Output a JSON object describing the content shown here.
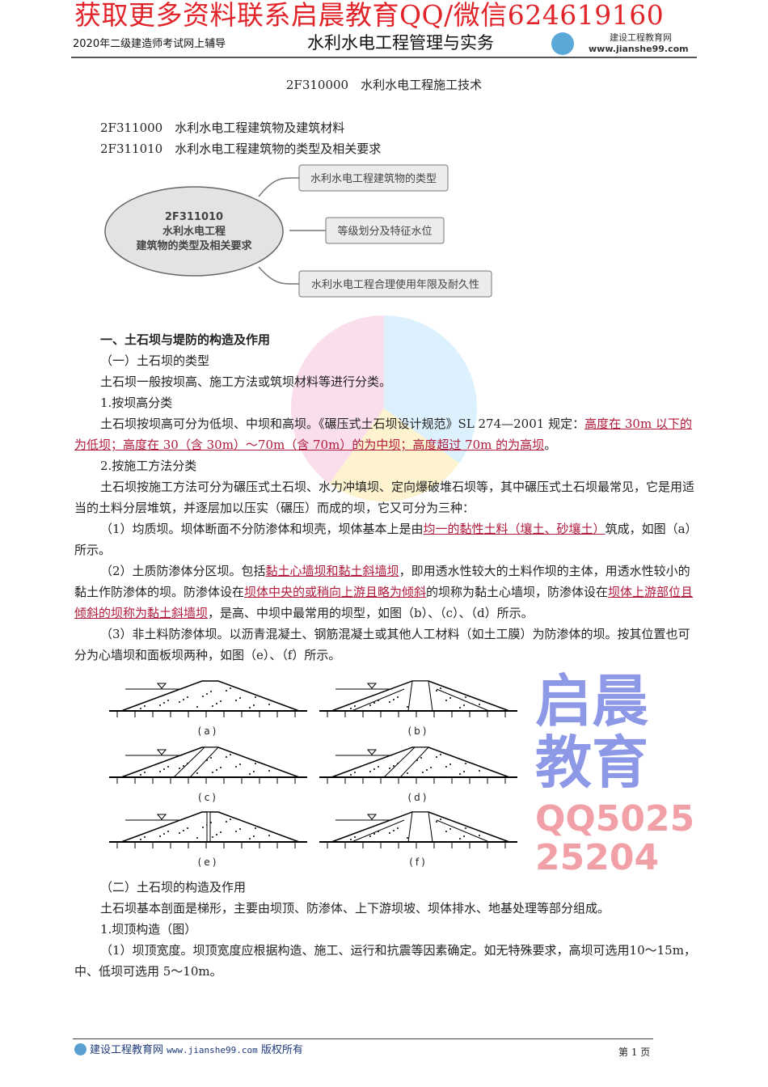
{
  "header": {
    "left": "2020年二级建造师考试网上辅导",
    "center": "水利水电工程管理与实务",
    "watermark": "获取更多资料联系启晨教育QQ/微信624619160",
    "logo": {
      "line1": "建设工程教育网",
      "line2": "www.jianshe99.com"
    }
  },
  "title": "2F310000　水利水电工程施工技术",
  "headings": [
    "2F311000　水利水电工程建筑物及建筑材料",
    "2F311010　水利水电工程建筑物的类型及相关要求"
  ],
  "mindmap": {
    "center": [
      "2F311010",
      "水利水电工程",
      "建筑物的类型及相关要求"
    ],
    "branches": [
      "水利水电工程建筑物的类型",
      "等级划分及特征水位",
      "水利水电工程合理使用年限及耐久性"
    ]
  },
  "watermarks": {
    "blue": "启晨教育",
    "qq": "QQ502525204"
  },
  "content": {
    "s1": "一、土石坝与堤防的构造及作用",
    "s1a": "（一）土石坝的类型",
    "p1": "土石坝一般按坝高、施工方法或筑坝材料等进行分类。",
    "h1": "1.按坝高分类",
    "p2": [
      "土石坝按坝高可分为低坝、中坝和高坝。《碾压式土石坝设计规范》SL 274—2001 规定：",
      "高度在 30m 以下的为低坝；高度在 30（含 30m）～70m（含 70m）的为中坝；高度超过 70m 的为高坝",
      "。"
    ],
    "h2": "2.按施工方法分类",
    "p3": "土石坝按施工方法可分为碾压式土石坝、水力冲填坝、定向爆破堆石坝等，其中碾压式土石坝最常见，它是用适当的土料分层堆筑，并逐层加以压实（碾压）而成的坝，它又可分为三种：",
    "p4": [
      "（1）均质坝。坝体断面不分防渗体和坝壳，坝体基本上是由",
      "均一的黏性土料（壤土、砂壤土）",
      "筑成，如图（a）所示。"
    ],
    "p5": [
      "（2）土质防渗体分区坝。包括",
      "黏土心墙坝和黏土斜墙坝",
      "，即用透水性较大的土料作坝的主体，用透水性较小的黏土作防渗体的坝。防渗体设在",
      "坝体中央的或稍向上游且略为倾斜",
      "的坝称为黏土心墙坝，防渗体设在",
      "坝体上游部位且倾斜的坝称为黏土斜墙坝",
      "，是高、中坝中最常用的坝型，如图（b）、（c）、（d）所示。"
    ],
    "p6": "（3）非土料防渗体坝。以沥青混凝土、钢筋混凝土或其他人工材料（如土工膜）为防渗体的坝。按其位置也可分为心墙坝和面板坝两种，如图（e）、（f）所示。",
    "figures": [
      "(a)",
      "(b)",
      "(c)",
      "(d)",
      "(e)",
      "(f)"
    ],
    "s1b": "（二）土石坝的构造及作用",
    "p7": "土石坝基本剖面是梯形，主要由坝顶、防渗体、上下游坝坡、坝体排水、地基处理等部分组成。",
    "h3": "1.坝顶构造（图）",
    "p8": "（1）坝顶宽度。坝顶宽度应根据构造、施工、运行和抗震等因素确定。如无特殊要求，高坝可选用10～15m，中、低坝可选用 5～10m。"
  },
  "footer": {
    "brand": "建设工程教育网",
    "url": "www.jianshe99.com",
    "rights": "版权所有",
    "page": "第 1 页"
  },
  "colors": {
    "highlight": "#b0193b",
    "watermark_red": "#e0242a"
  }
}
